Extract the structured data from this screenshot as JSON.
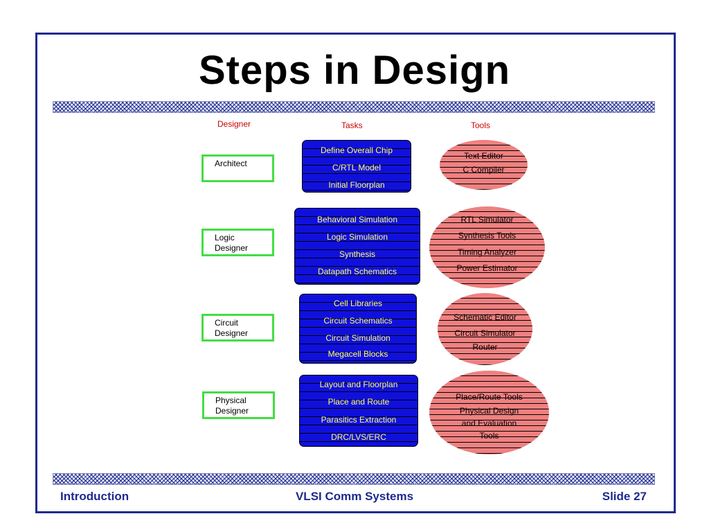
{
  "slide": {
    "title": "Steps in Design",
    "footer_left": "Introduction",
    "footer_center": "VLSI Comm Systems",
    "footer_right": "Slide 27"
  },
  "columns": {
    "designer": "Designer",
    "tasks": "Tasks",
    "tools": "Tools"
  },
  "colors": {
    "frame": "#1c2a8f",
    "designer_border": "#44dd44",
    "task_fill": "#1010dd",
    "task_text": "#ffff66",
    "tool_fill": "#f08080",
    "header_text": "#cc0000"
  },
  "rows": [
    {
      "designer": [
        "Architect"
      ],
      "tasks": [
        "Define Overall Chip",
        "C/RTL Model",
        "Initial Floorplan"
      ],
      "tools": [
        "Text Editor",
        "C Compiler"
      ]
    },
    {
      "designer": [
        "Logic",
        "Designer"
      ],
      "tasks": [
        "Behavioral Simulation",
        "Logic Simulation",
        "Synthesis",
        "Datapath Schematics"
      ],
      "tools": [
        "RTL Simulator",
        "Synthesis Tools",
        "Timing Analyzer",
        "Power Estimator"
      ]
    },
    {
      "designer": [
        "Circuit",
        "Designer"
      ],
      "tasks": [
        "Cell Libraries",
        "Circuit Schematics",
        "Circuit Simulation",
        "Megacell Blocks"
      ],
      "tools": [
        "Schematic Editor",
        "Circuit Simulator",
        "Router"
      ]
    },
    {
      "designer": [
        "Physical",
        "Designer"
      ],
      "tasks": [
        "Layout and Floorplan",
        "Place and Route",
        "Parasitics Extraction",
        "DRC/LVS/ERC"
      ],
      "tools": [
        "Place/Route Tools",
        "Physical Design",
        "and Evaluation",
        "Tools"
      ]
    }
  ]
}
